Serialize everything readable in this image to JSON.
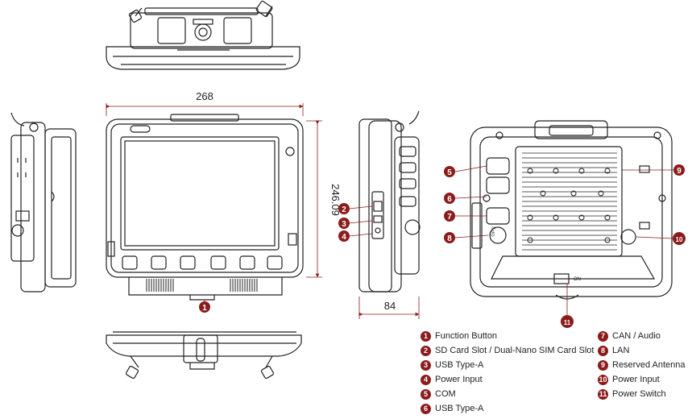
{
  "dimensions": {
    "width": "268",
    "height": "246.09",
    "depth": "84"
  },
  "device_marks": {
    "on_label": "ON",
    "port_8_label": "GPS"
  },
  "legend": [
    {
      "num": "1",
      "label": "Function Button"
    },
    {
      "num": "2",
      "label": "SD Card Slot / Dual-Nano SIM Card Slot"
    },
    {
      "num": "3",
      "label": "USB Type-A"
    },
    {
      "num": "4",
      "label": "Power Input"
    },
    {
      "num": "5",
      "label": "COM"
    },
    {
      "num": "6",
      "label": "USB Type-A"
    },
    {
      "num": "7",
      "label": "CAN / Audio"
    },
    {
      "num": "8",
      "label": "LAN"
    },
    {
      "num": "9",
      "label": "Reserved Antenna"
    },
    {
      "num": "10",
      "label": "Power Input"
    },
    {
      "num": "11",
      "label": "Power Switch"
    }
  ],
  "colors": {
    "callout": "#8b1c1c",
    "outline": "#222222",
    "dimension": "#8b1c1c"
  }
}
